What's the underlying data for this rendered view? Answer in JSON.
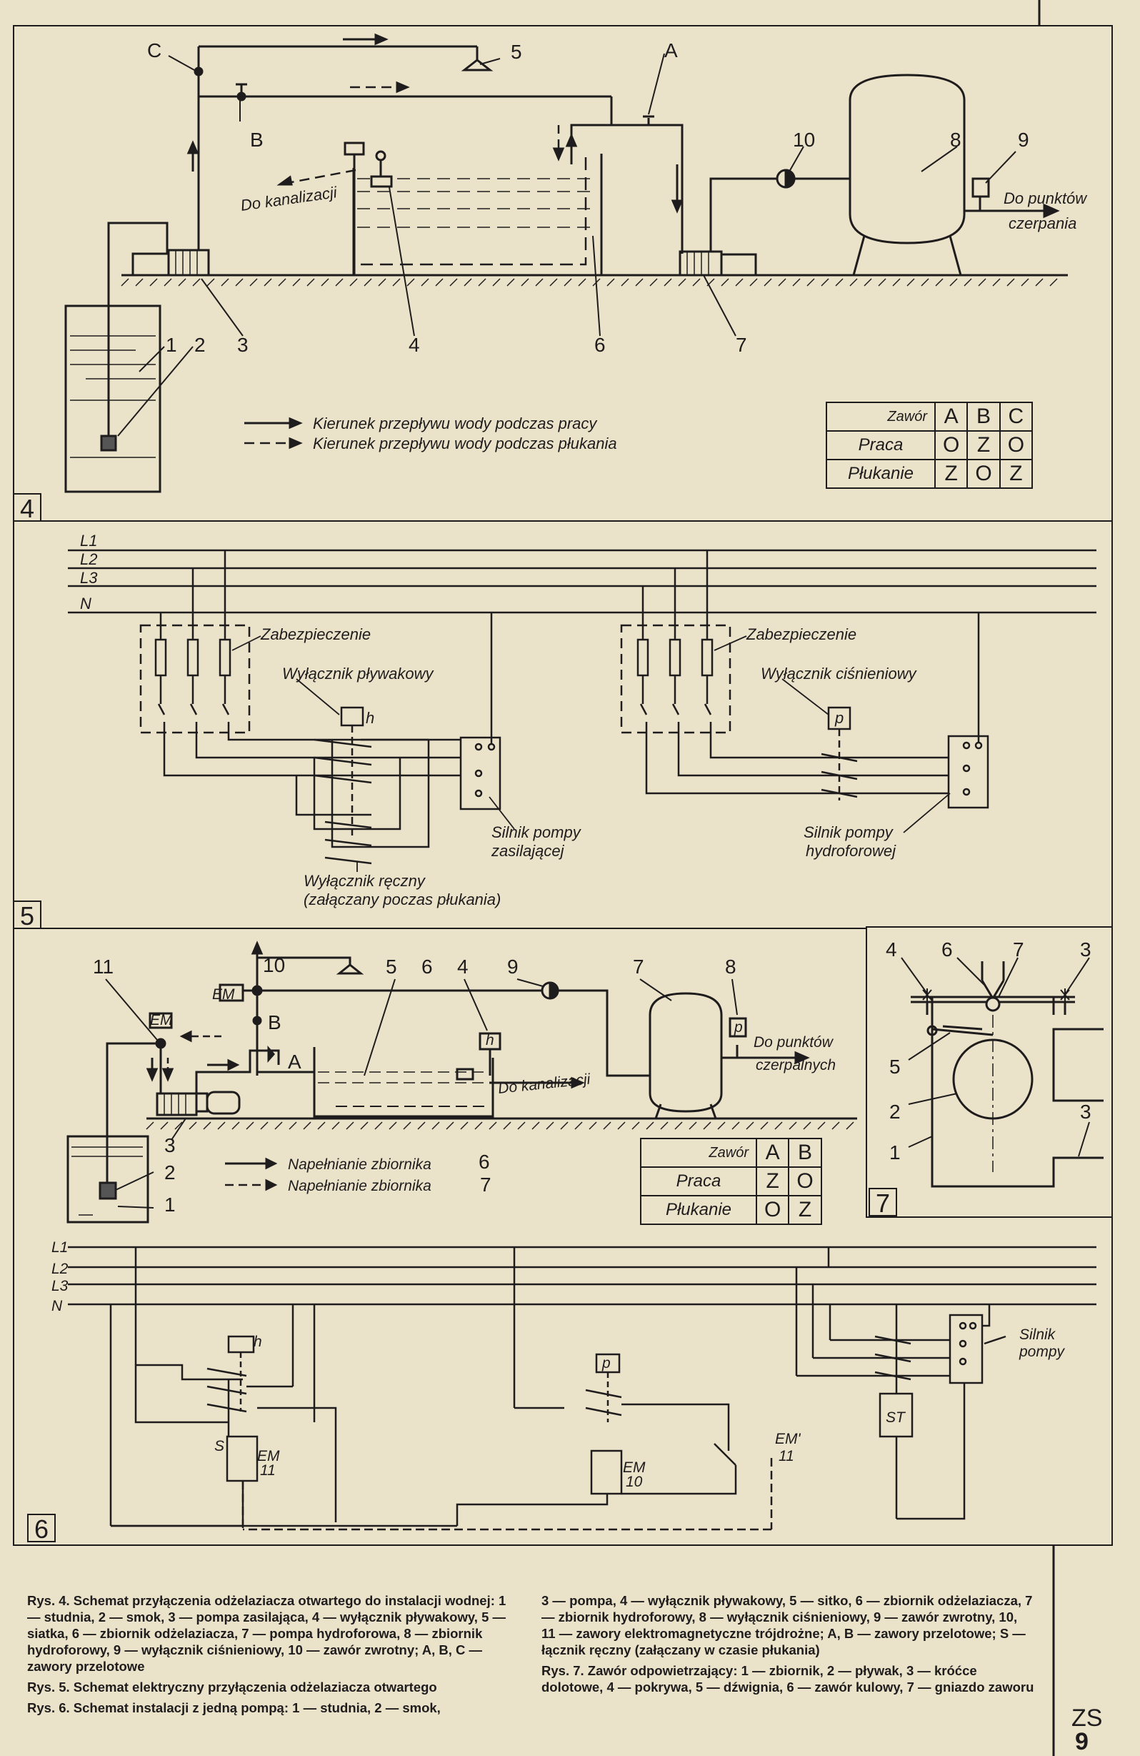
{
  "fig4": {
    "number": "4",
    "labels": {
      "C": "C",
      "B": "B",
      "A": "A",
      "n1": "1",
      "n2": "2",
      "n3": "3",
      "n4": "4",
      "n5": "5",
      "n6": "6",
      "n7": "7",
      "n8": "8",
      "n9": "9",
      "n10": "10"
    },
    "do_kanalizacji": "Do kanalizacji",
    "do_punktow_1": "Do punktów",
    "do_punktow_2": "czerpania",
    "legend_solid": "Kierunek przepływu wody podczas pracy",
    "legend_dashed": "Kierunek przepływu wody podczas płukania",
    "table": {
      "corner": "Zawór",
      "cols": [
        "A",
        "B",
        "C"
      ],
      "rows": [
        {
          "name": "Praca",
          "vals": [
            "O",
            "Z",
            "O"
          ]
        },
        {
          "name": "Płukanie",
          "vals": [
            "Z",
            "O",
            "Z"
          ]
        }
      ]
    }
  },
  "fig5": {
    "number": "5",
    "lines": [
      "L1",
      "L2",
      "L3",
      "N"
    ],
    "zabezpieczenie_left": "Zabezpieczenie",
    "zabezpieczenie_right": "Zabezpieczenie",
    "float_switch": "Wyłącznik pływakowy",
    "pressure_switch": "Wyłącznik ciśnieniowy",
    "motor_feed_1": "Silnik pompy",
    "motor_feed_2": "zasilającej",
    "motor_hydro_1": "Silnik pompy",
    "motor_hydro_2": "hydroforowej",
    "manual_1": "Wyłącznik ręczny",
    "manual_2": "(załączany poczas płukania)",
    "h": "h",
    "p": "p"
  },
  "fig6": {
    "number": "6",
    "labels": {
      "n1": "1",
      "n2": "2",
      "n3": "3",
      "n4": "4",
      "n5": "5",
      "n6": "6",
      "n7": "7",
      "n8": "8",
      "n9": "9",
      "n10": "10",
      "n11": "11",
      "A": "A",
      "B": "B"
    },
    "em": "EM",
    "h": "h",
    "p": "p",
    "do_kanalizacji": "Do kanalizacji",
    "do_punktow_1": "Do punktów",
    "do_punktow_2": "czerpalnych",
    "legend_solid": "Napełnianie zbiornika",
    "legend_solid_num": "6",
    "legend_dashed": "Napełnianie zbiornika",
    "legend_dashed_num": "7",
    "table": {
      "corner": "Zawór",
      "cols": [
        "A",
        "B"
      ],
      "rows": [
        {
          "name": "Praca",
          "vals": [
            "Z",
            "O"
          ]
        },
        {
          "name": "Płukanie",
          "vals": [
            "O",
            "Z"
          ]
        }
      ]
    },
    "lines": [
      "L1",
      "L2",
      "L3",
      "N"
    ],
    "motor_1": "Silnik",
    "motor_2": "pompy",
    "st": "ST",
    "s": "S",
    "em11": "EM",
    "em11n": "11",
    "em10": "EM",
    "em10n": "10",
    "em_prime": "EM'",
    "em_prime_n": "11"
  },
  "fig7": {
    "number": "7",
    "labels": {
      "n1": "1",
      "n2": "2",
      "n3a": "3",
      "n3b": "3",
      "n4": "4",
      "n5": "5",
      "n6": "6",
      "n7": "7"
    }
  },
  "captions": {
    "rys4": "Rys. 4. Schemat przyłączenia odżelaziacza otwartego do instalacji wodnej: 1 — studnia, 2 — smok, 3 — pompa zasilająca, 4 — wyłącznik pływakowy, 5 — siatka, 6 — zbiornik odżelaziacza, 7 — pompa hydroforowa, 8 — zbiornik hydroforowy, 9 — wyłącznik ciśnieniowy, 10 — zawór zwrotny; A, B, C — zawory przelotowe",
    "rys5": "Rys. 5. Schemat elektryczny przyłączenia odżelaziacza otwartego",
    "rys6_a": "Rys. 6. Schemat instalacji z jedną pompą: 1 — studnia, 2 — smok,",
    "rys6_b": "3 — pompa, 4 — wyłącznik pływakowy, 5 — sitko, 6 — zbiornik odżelaziacza, 7 — zbiornik hydroforowy, 8 — wyłącznik ciśnieniowy, 9 — zawór zwrotny, 10, 11 — zawory elektromagnetyczne trójdrożne; A, B — zawory przelotowe; S — łącznik ręczny (załączany w czasie płukania)",
    "rys7": "Rys. 7. Zawór odpowietrzający: 1 — zbiornik, 2 — pływak, 3 — króćce dolotowe, 4 — pokrywa, 5 — dźwignia, 6 — zawór kulowy, 7 — gniazdo zaworu"
  },
  "page": {
    "zs": "ZS",
    "num": "9"
  }
}
